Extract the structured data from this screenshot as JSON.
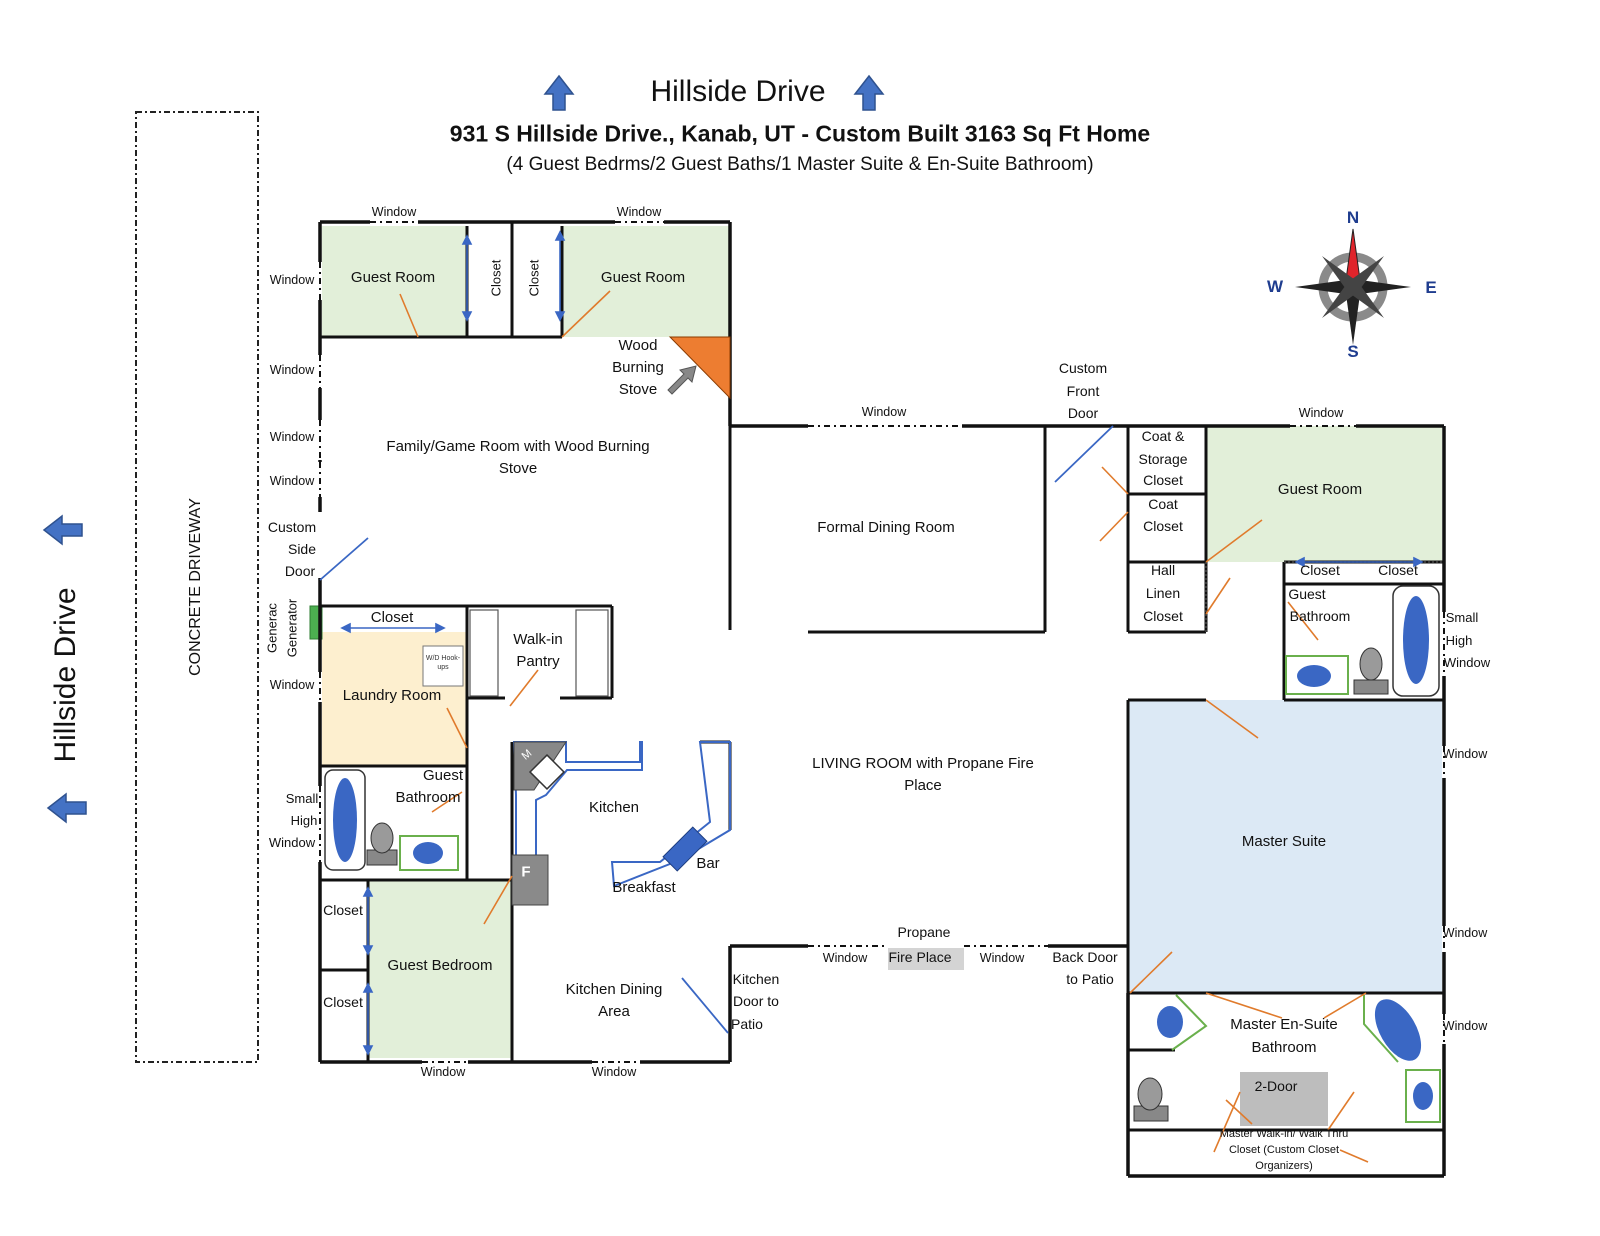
{
  "header": {
    "street": "Hillside Drive",
    "address": "931 S Hillside Drive., Kanab, UT  - Custom Built 3163 Sq Ft Home",
    "summary": "(4 Guest Bedrms/2 Guest Baths/1 Master Suite & En-Suite Bathroom)"
  },
  "side_street": "Hillside Drive",
  "driveway": "CONCRETE DRIVEWAY",
  "compass": {
    "n": "N",
    "s": "S",
    "e": "E",
    "w": "W"
  },
  "rooms": {
    "guest_room_nw": "Guest Room",
    "guest_room_n": "Guest Room",
    "closet_n1": "Closet",
    "closet_n2": "Closet",
    "wood_stove": [
      "Wood",
      "Burning",
      "Stove"
    ],
    "family_room": [
      "Family/Game Room with Wood Burning",
      "Stove"
    ],
    "side_door": [
      "Custom",
      "Side",
      "Door"
    ],
    "generator": [
      "Generac",
      "Generator"
    ],
    "laundry_closet": "Closet",
    "laundry": "Laundry Room",
    "wd_hookups": "W/D Hook-ups",
    "pantry": [
      "Walk-in",
      "Pantry"
    ],
    "guest_bath_w": [
      "Guest",
      "Bathroom"
    ],
    "small_high_window_w": [
      "Small",
      "High",
      "Window"
    ],
    "kitchen": "Kitchen",
    "fridge": "F",
    "microwave": "M",
    "bar": "Bar",
    "breakfast": "Breakfast",
    "closet_sw1": "Closet",
    "closet_sw2": "Closet",
    "guest_bedroom": "Guest Bedroom",
    "kitchen_dining": [
      "Kitchen Dining",
      "Area"
    ],
    "kitchen_door": [
      "Kitchen",
      "Door to",
      "Patio"
    ],
    "formal_dining": "Formal Dining Room",
    "front_door": [
      "Custom",
      "Front",
      "Door"
    ],
    "living_room": [
      "LIVING ROOM with Propane Fire",
      "Place"
    ],
    "propane": "Propane",
    "fire_place": "Fire Place",
    "back_door": [
      "Back Door",
      "to Patio"
    ],
    "coat_storage": [
      "Coat &",
      "Storage",
      "Closet"
    ],
    "coat_closet": [
      "Coat",
      "Closet"
    ],
    "hall_linen": [
      "Hall",
      "Linen",
      "Closet"
    ],
    "guest_room_e": "Guest Room",
    "closet_e1": "Closet",
    "closet_e2": "Closet",
    "guest_bath_e": [
      "Guest",
      "Bathroom"
    ],
    "small_high_window_e": [
      "Small",
      "High",
      "Window"
    ],
    "master_suite": "Master Suite",
    "master_bath": [
      "Master En-Suite",
      "Bathroom"
    ],
    "two_door": "2-Door",
    "walk_in": [
      "Master Walk-in/ Walk Thru",
      "Closet (Custom Closet",
      "Organizers)"
    ]
  },
  "window_label": "Window",
  "colors": {
    "wall": "#111111",
    "guest_green": "#e2efd9",
    "laundry_tan": "#fdefcf",
    "master_blue": "#dce9f5",
    "door_swing": "#e07b2c",
    "stove": "#ed7d31",
    "fixture_blue": "#3a67c4",
    "arrow_blue": "#4472c4",
    "fixture_green": "#6ab04c",
    "generator_green": "#4caf50",
    "gray": "#999999",
    "compass_red": "#e0242b"
  }
}
